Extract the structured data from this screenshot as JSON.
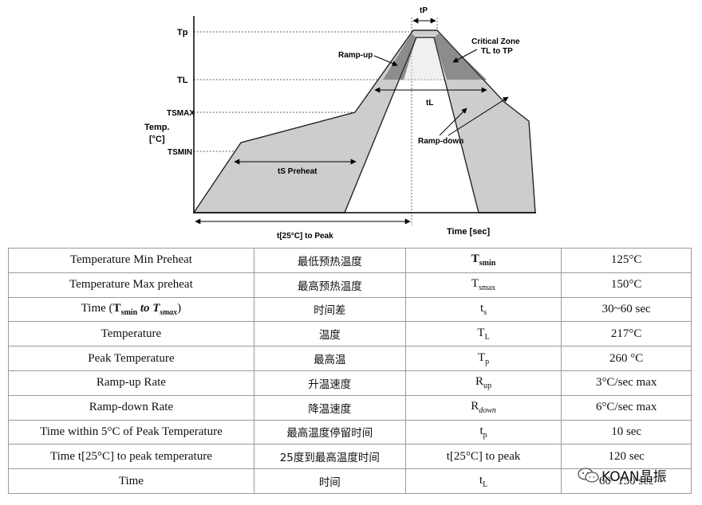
{
  "diagram": {
    "axis_labels": {
      "tp": "Tp",
      "tl": "TL",
      "tsmax": "TSMAX",
      "tsmin": "TSMIN",
      "temp": "Temp.",
      "temp_unit": "[°C]",
      "time": "Time [sec]"
    },
    "annotations": {
      "tp_top": "tP",
      "critical_zone_line1": "Critical Zone",
      "critical_zone_line2": "TL to TP",
      "ramp_up": "Ramp-up",
      "ramp_down": "Ramp-down",
      "tl_span": "tL",
      "ts_preheat": "tS Preheat",
      "t25_to_peak": "t[25°C] to Peak"
    }
  },
  "table": {
    "rows": [
      {
        "param": "Temperature Min Preheat",
        "zh": "最低预热温度",
        "sym_main": "T",
        "sym_sub": "smin",
        "value": "125°C"
      },
      {
        "param": "Temperature Max preheat",
        "zh": "最高预热温度",
        "sym_main": "T",
        "sym_sub": "smax",
        "value": "150°C"
      },
      {
        "param_prefix": "Time (",
        "param_t1": "T",
        "param_t1_sub": "smin",
        "param_mid": " to ",
        "param_t2": "T",
        "param_t2_sub": "smax",
        "param_suffix": ")",
        "zh": "时间差",
        "sym_main": "t",
        "sym_sub": "s",
        "value": "30~60 sec"
      },
      {
        "param": "Temperature",
        "zh": "温度",
        "sym_main": "T",
        "sym_sub": "L",
        "value": "217°C"
      },
      {
        "param": "Peak Temperature",
        "zh": "最高温",
        "sym_main": "T",
        "sym_sub": "p",
        "value": "260 °C"
      },
      {
        "param": "Ramp-up Rate",
        "zh": "升温速度",
        "sym_main": "R",
        "sym_sub": "up",
        "value": "3°C/sec max"
      },
      {
        "param": "Ramp-down Rate",
        "zh": "降温速度",
        "sym_main": "R",
        "sym_sub": "down",
        "value": "6°C/sec max"
      },
      {
        "param": "Time within 5°C of Peak Temperature",
        "zh": "最高温度停留时间",
        "sym_main": "t",
        "sym_sub": "p",
        "value": "10 sec"
      },
      {
        "param": "Time t[25°C] to peak temperature",
        "zh": "25度到最高温度时间",
        "sym_full": "t[25°C] to peak",
        "value": "120 sec"
      },
      {
        "param": "Time",
        "zh": "时间",
        "sym_main": "t",
        "sym_sub": "L",
        "value": "60~150 sec"
      }
    ]
  },
  "watermark": {
    "text": "KOAN晶振",
    "icon": "wechat-icon"
  }
}
